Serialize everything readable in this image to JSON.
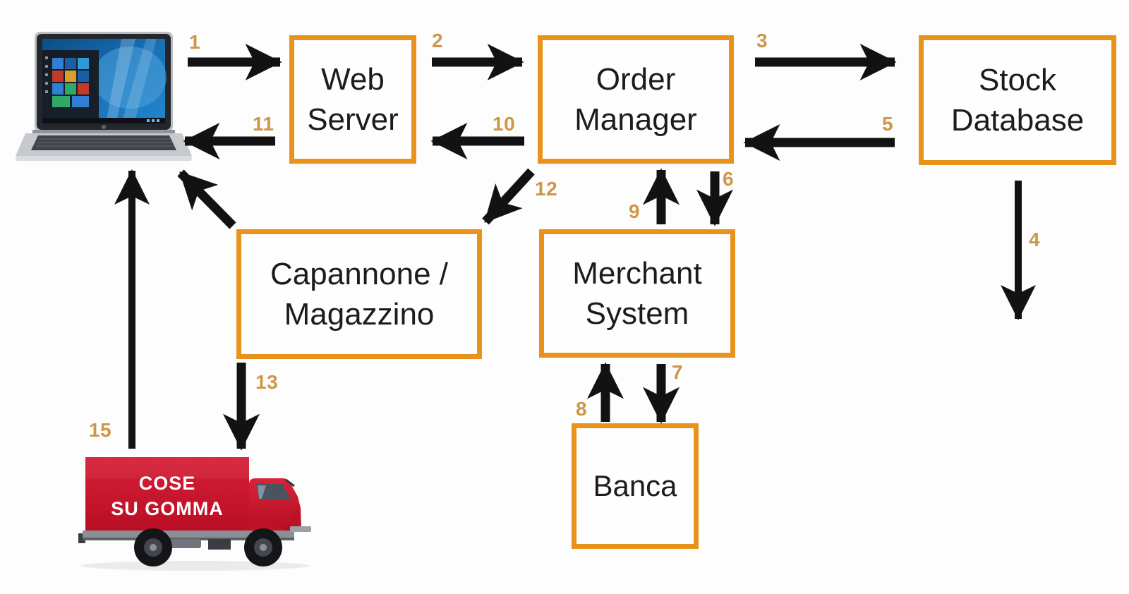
{
  "diagram": {
    "nodes": {
      "client_laptop": {
        "label": "",
        "kind": "laptop image (Windows 10 notebook)"
      },
      "web_server": {
        "label": "Web\nServer"
      },
      "order_manager": {
        "label": "Order\nManager"
      },
      "stock_database": {
        "label": "Stock\nDatabase"
      },
      "warehouse": {
        "label": "Capannone /\nMagazzino"
      },
      "merchant_system": {
        "label": "Merchant\nSystem"
      },
      "bank": {
        "label": "Banca"
      },
      "truck": {
        "line1": "COSE",
        "line2": "SU GOMMA",
        "kind": "red delivery truck image"
      }
    },
    "edges": [
      {
        "label": "1",
        "from": "client_laptop",
        "to": "web_server"
      },
      {
        "label": "2",
        "from": "web_server",
        "to": "order_manager"
      },
      {
        "label": "3",
        "from": "order_manager",
        "to": "stock_database"
      },
      {
        "label": "4",
        "from": "stock_database",
        "to": "(points down, no target shown)"
      },
      {
        "label": "5",
        "from": "stock_database",
        "to": "order_manager"
      },
      {
        "label": "6",
        "from": "order_manager",
        "to": "merchant_system"
      },
      {
        "label": "7",
        "from": "merchant_system",
        "to": "bank"
      },
      {
        "label": "8",
        "from": "bank",
        "to": "merchant_system"
      },
      {
        "label": "9",
        "from": "merchant_system",
        "to": "order_manager"
      },
      {
        "label": "10",
        "from": "order_manager",
        "to": "web_server"
      },
      {
        "label": "11",
        "from": "web_server",
        "to": "client_laptop"
      },
      {
        "label": "12",
        "from": "order_manager",
        "to": "warehouse"
      },
      {
        "label": "13",
        "from": "warehouse",
        "to": "truck"
      },
      {
        "label": "15",
        "from": "truck",
        "to": "client_laptop"
      },
      {
        "label": "",
        "from": "warehouse",
        "to": "client_laptop"
      }
    ],
    "colors": {
      "box_border": "#E8941C",
      "number": "#CE9747",
      "arrow": "#121212",
      "truck_red": "#CE1228",
      "background": "#FDFDFD"
    }
  }
}
